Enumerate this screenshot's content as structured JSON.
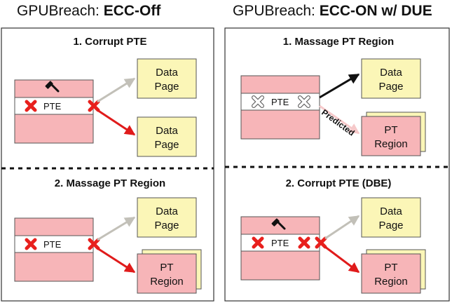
{
  "headers": {
    "left": {
      "prefix": "GPUBreach: ",
      "emphasis": "ECC-Off"
    },
    "right": {
      "prefix": "GPUBreach: ",
      "emphasis": "ECC-ON w/ DUE"
    }
  },
  "panels": {
    "left_top": {
      "title": "1. Corrupt PTE",
      "pte_label": "PTE",
      "targets": [
        "Data Page",
        "Data Page"
      ]
    },
    "left_bottom": {
      "title": "2. Massage PT Region",
      "pte_label": "PTE",
      "targets": [
        "Data Page",
        "PT Region"
      ]
    },
    "right_top": {
      "title": "1. Massage PT Region",
      "pte_label": "PTE",
      "targets": [
        "Data Page",
        "PT Region"
      ],
      "arrow_label": "Predicted"
    },
    "right_bottom": {
      "title": "2. Corrupt PTE (DBE)",
      "pte_label": "PTE",
      "targets": [
        "Data Page",
        "PT Region"
      ]
    }
  },
  "colors": {
    "memory_block": "#f7b5b8",
    "data_page": "#fbf6b7",
    "x_mark": "#e8201d",
    "arrow_red": "#e01b1b",
    "arrow_gray": "#c2c0b8",
    "arrow_black": "#111111",
    "arrow_pink": "#f6c9ca"
  },
  "icons": [
    "hammer-icon",
    "x-mark-icon",
    "hollow-x-mark-icon"
  ]
}
